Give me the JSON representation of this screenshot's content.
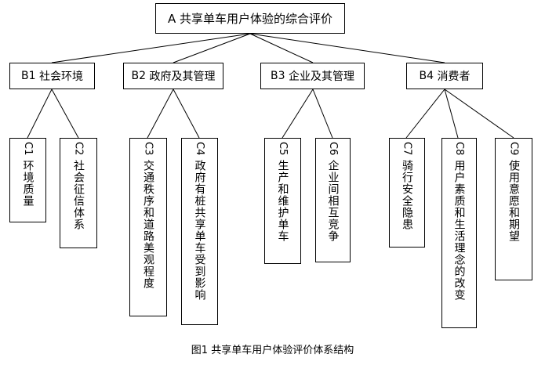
{
  "diagram": {
    "root": {
      "code": "A",
      "label": "共享单车用户体验的综合评价"
    },
    "groups": [
      {
        "code": "B1",
        "label": "社会环境",
        "children": [
          {
            "code": "C1",
            "label": "环境质量"
          },
          {
            "code": "C2",
            "label": "社会征信体系"
          }
        ]
      },
      {
        "code": "B2",
        "label": "政府及其管理",
        "children": [
          {
            "code": "C3",
            "label": "交通秩序和道路美观程度"
          },
          {
            "code": "C4",
            "label": "政府有桩共享单车受到影响"
          }
        ]
      },
      {
        "code": "B3",
        "label": "企业及其管理",
        "children": [
          {
            "code": "C5",
            "label": "生产和维护单车"
          },
          {
            "code": "C6",
            "label": "企业间相互竞争"
          }
        ]
      },
      {
        "code": "B4",
        "label": "消费者",
        "children": [
          {
            "code": "C7",
            "label": "骑行安全隐患"
          },
          {
            "code": "C8",
            "label": "用户素质和生活理念的改变"
          },
          {
            "code": "C9",
            "label": "使用意愿和期望"
          }
        ]
      }
    ],
    "caption": "图1 共享单车用户体验评价体系结构"
  }
}
